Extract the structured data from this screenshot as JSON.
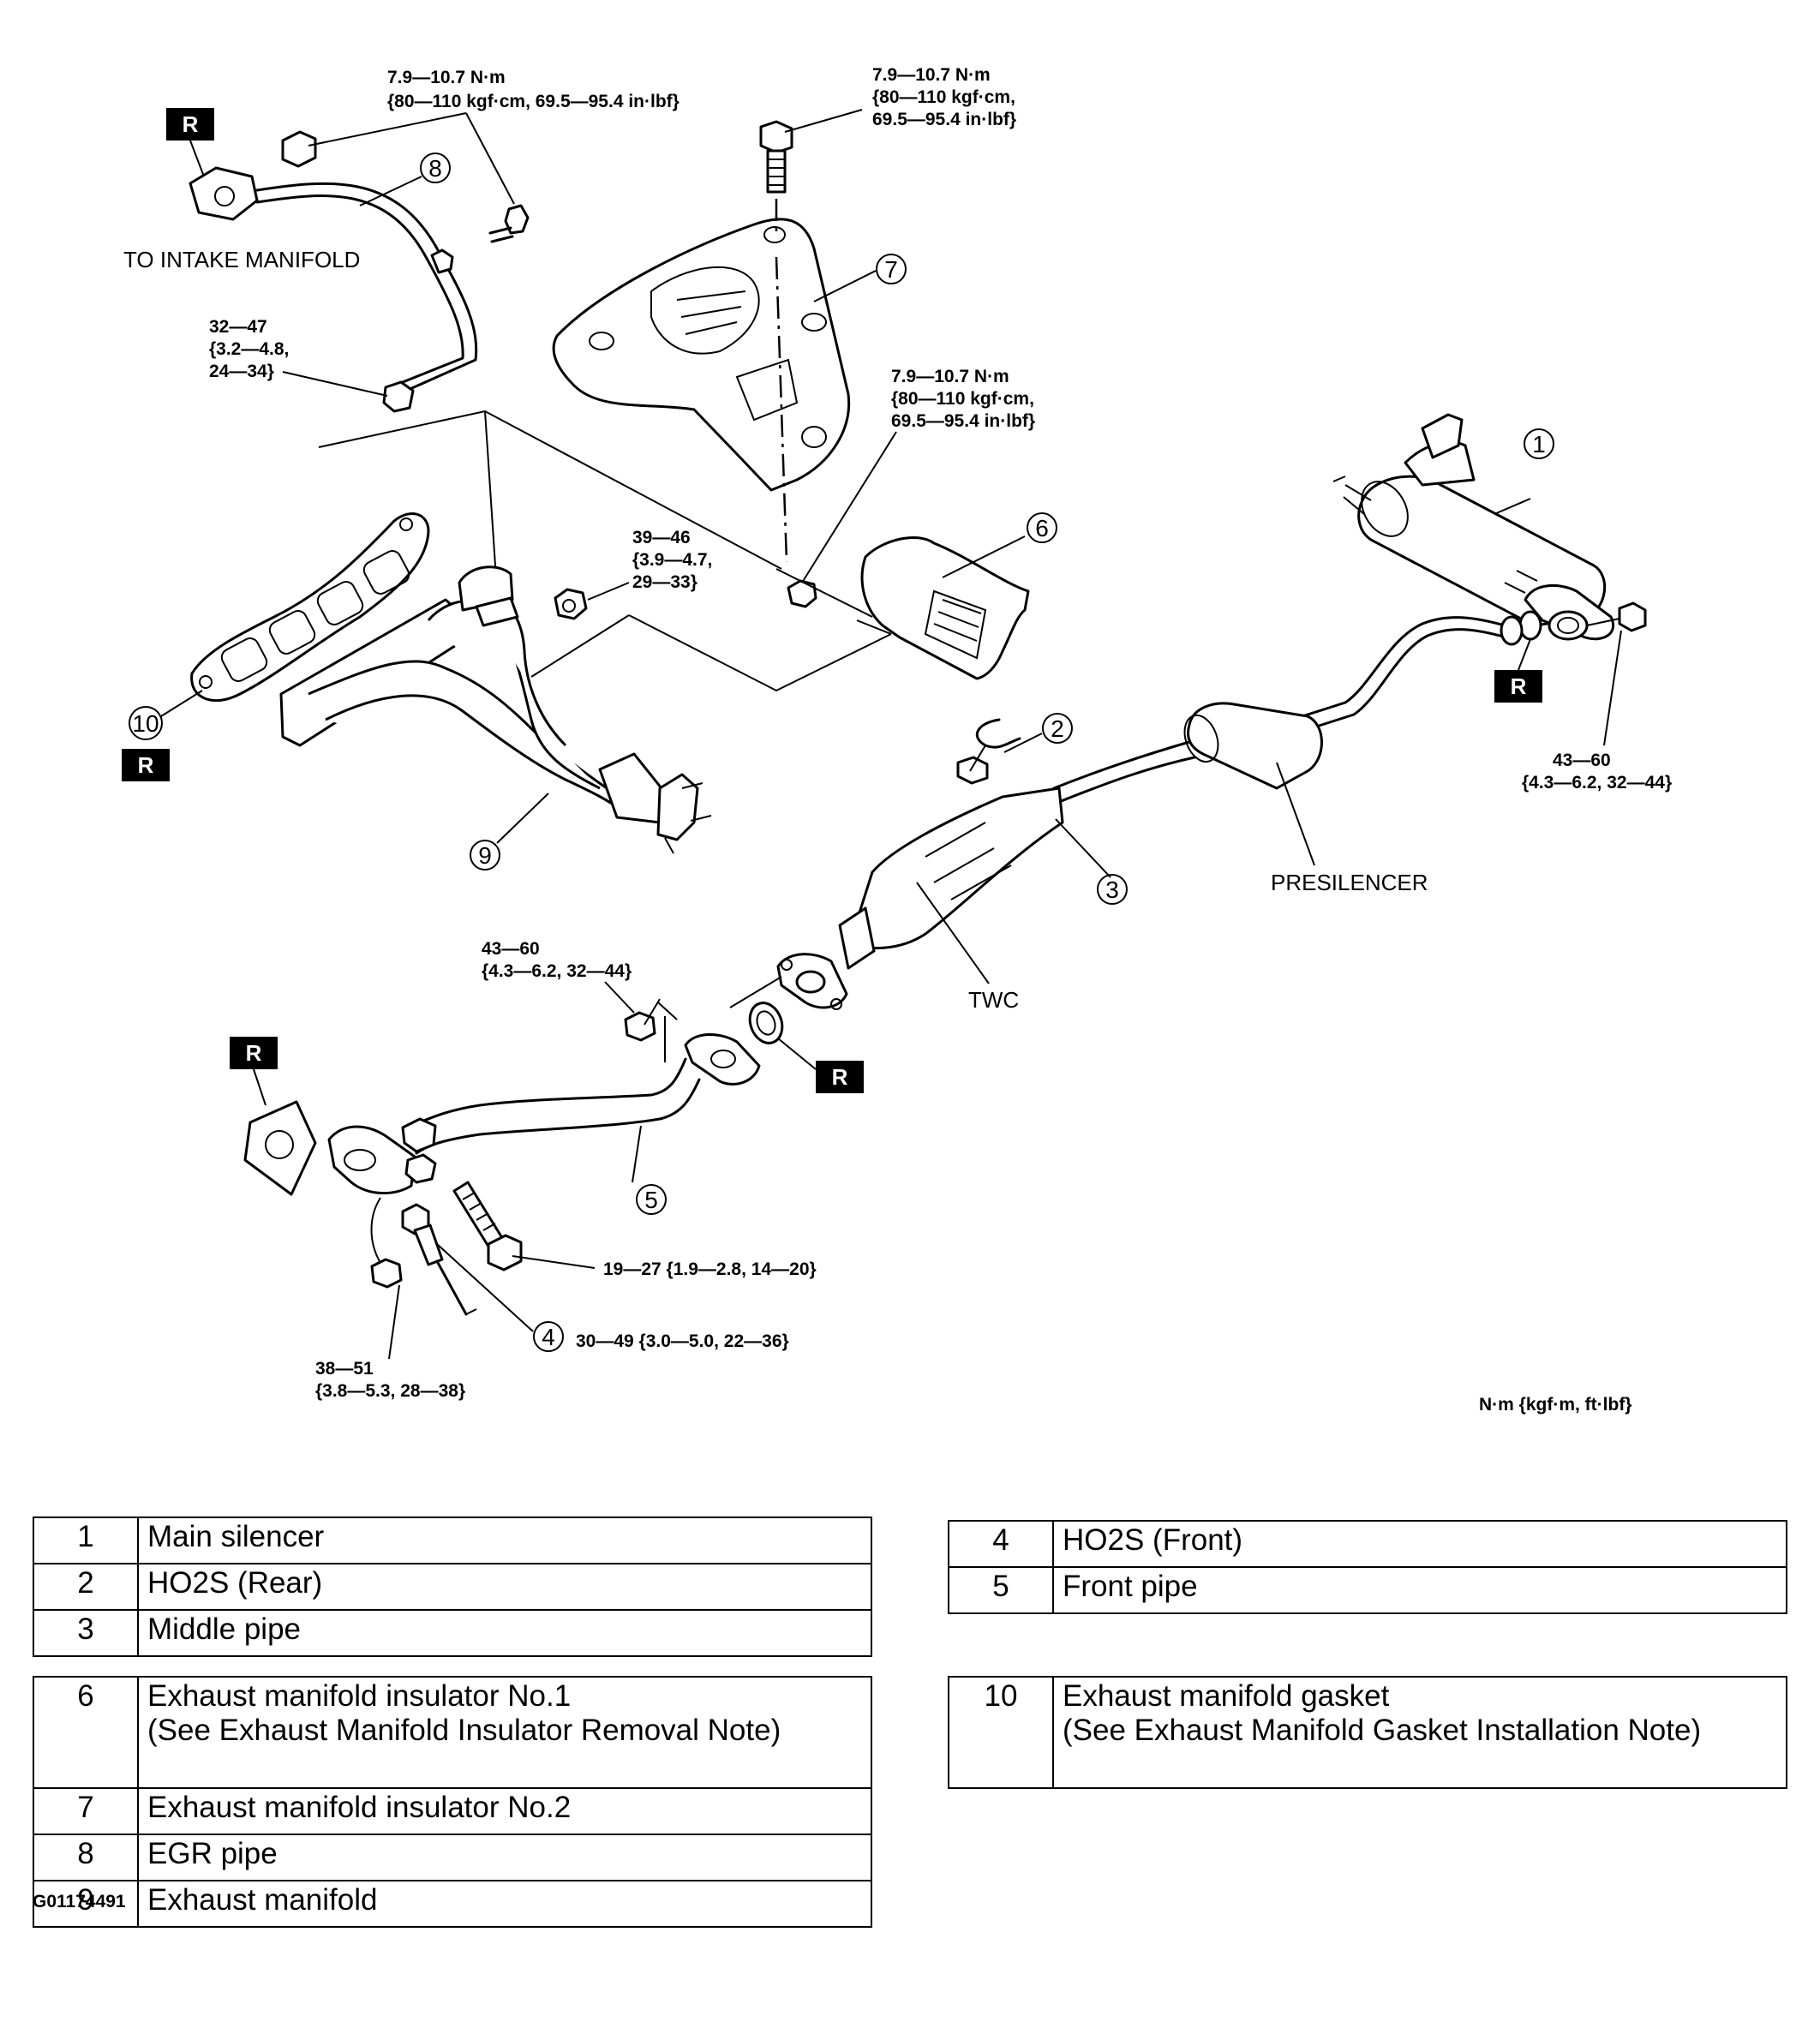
{
  "torque_specs": {
    "t_egr_top": [
      "7.9—10.7 N·m",
      "{80—110 kgf·cm, 69.5—95.4 in·lbf}"
    ],
    "t_insulator2_bolt": [
      "7.9—10.7 N·m",
      "{80—110 kgf·cm,",
      "69.5—95.4 in·lbf}"
    ],
    "t_insulator1_bolt": [
      "7.9—10.7 N·m",
      "{80—110 kgf·cm,",
      "69.5—95.4 in·lbf}"
    ],
    "t_egr_nut": [
      "32—47",
      "{3.2—4.8,",
      "24—34}"
    ],
    "t_manifold_nut": [
      "39—46",
      "{3.9—4.7,",
      "29—33}"
    ],
    "t_main_silencer": [
      "43—60",
      "{4.3—6.2, 32—44}"
    ],
    "t_middle_front": [
      "43—60",
      "{4.3—6.2, 32—44}"
    ],
    "t_front_bolt": "19—27 {1.9—2.8, 14—20}",
    "t_ho2s_front": "30—49 {3.0—5.0, 22—36}",
    "t_front_nut": [
      "38—51",
      "{3.8—5.3, 28—38}"
    ]
  },
  "callouts": {
    "to_intake_manifold": "TO INTAKE MANIFOLD",
    "presilencer": "PRESILENCER",
    "twc": "TWC",
    "units": "N·m {kgf·m, ft·lbf}"
  },
  "part_numbers": {
    "p1": "1",
    "p2": "2",
    "p3": "3",
    "p4": "4",
    "p5": "5",
    "p6": "6",
    "p7": "7",
    "p8": "8",
    "p9": "9",
    "p10": "10"
  },
  "replace_marker": "R",
  "legend": {
    "table_a": [
      {
        "num": "1",
        "name": "Main silencer"
      },
      {
        "num": "2",
        "name": "HO2S (Rear)"
      },
      {
        "num": "3",
        "name": "Middle pipe"
      }
    ],
    "table_b": [
      {
        "num": "4",
        "name": "HO2S (Front)"
      },
      {
        "num": "5",
        "name": "Front pipe"
      }
    ],
    "table_c": [
      {
        "num": "6",
        "name": "Exhaust manifold insulator No.1",
        "note": "(See Exhaust Manifold Insulator Removal Note)"
      },
      {
        "num": "7",
        "name": "Exhaust manifold insulator No.2"
      },
      {
        "num": "8",
        "name": "EGR pipe"
      },
      {
        "num": "9",
        "name": "Exhaust manifold"
      }
    ],
    "table_d": [
      {
        "num": "10",
        "name": "Exhaust manifold gasket",
        "note": "(See Exhaust Manifold Gasket Installation Note)"
      }
    ]
  },
  "figure_code": "G01174491"
}
